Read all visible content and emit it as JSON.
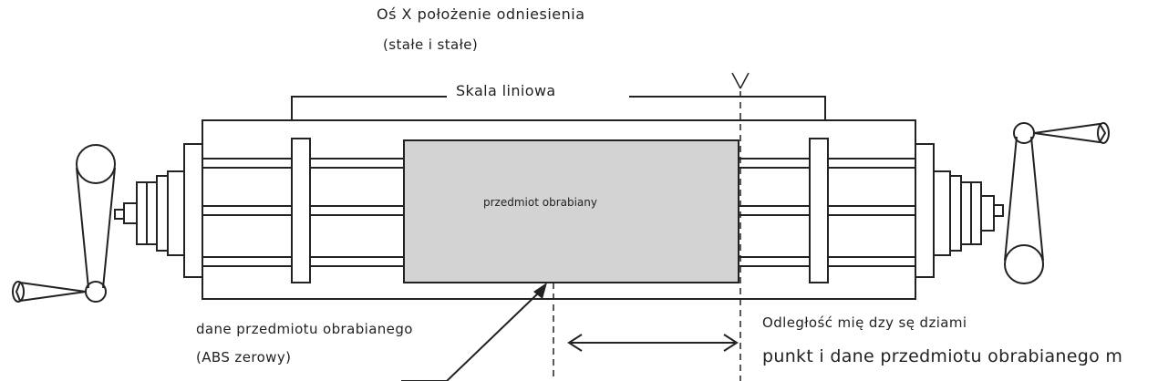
{
  "labels": {
    "x_axis_reference": "Oś X położenie odniesienia",
    "fixed_note": "(stałe i stałe)",
    "linear_scale": "Skala liniowa",
    "workpiece": "przedmiot obrabiany",
    "workpiece_data": "dane przedmiotu obrabianego",
    "abs_zero": "(ABS zerowy)",
    "distance_between": "Odległość mię dzy sę dziami",
    "point_and_data": "punkt i dane przedmiotu obrabianego m"
  },
  "colors": {
    "line": "#222222",
    "workpiece_fill": "#d3d3d3"
  }
}
